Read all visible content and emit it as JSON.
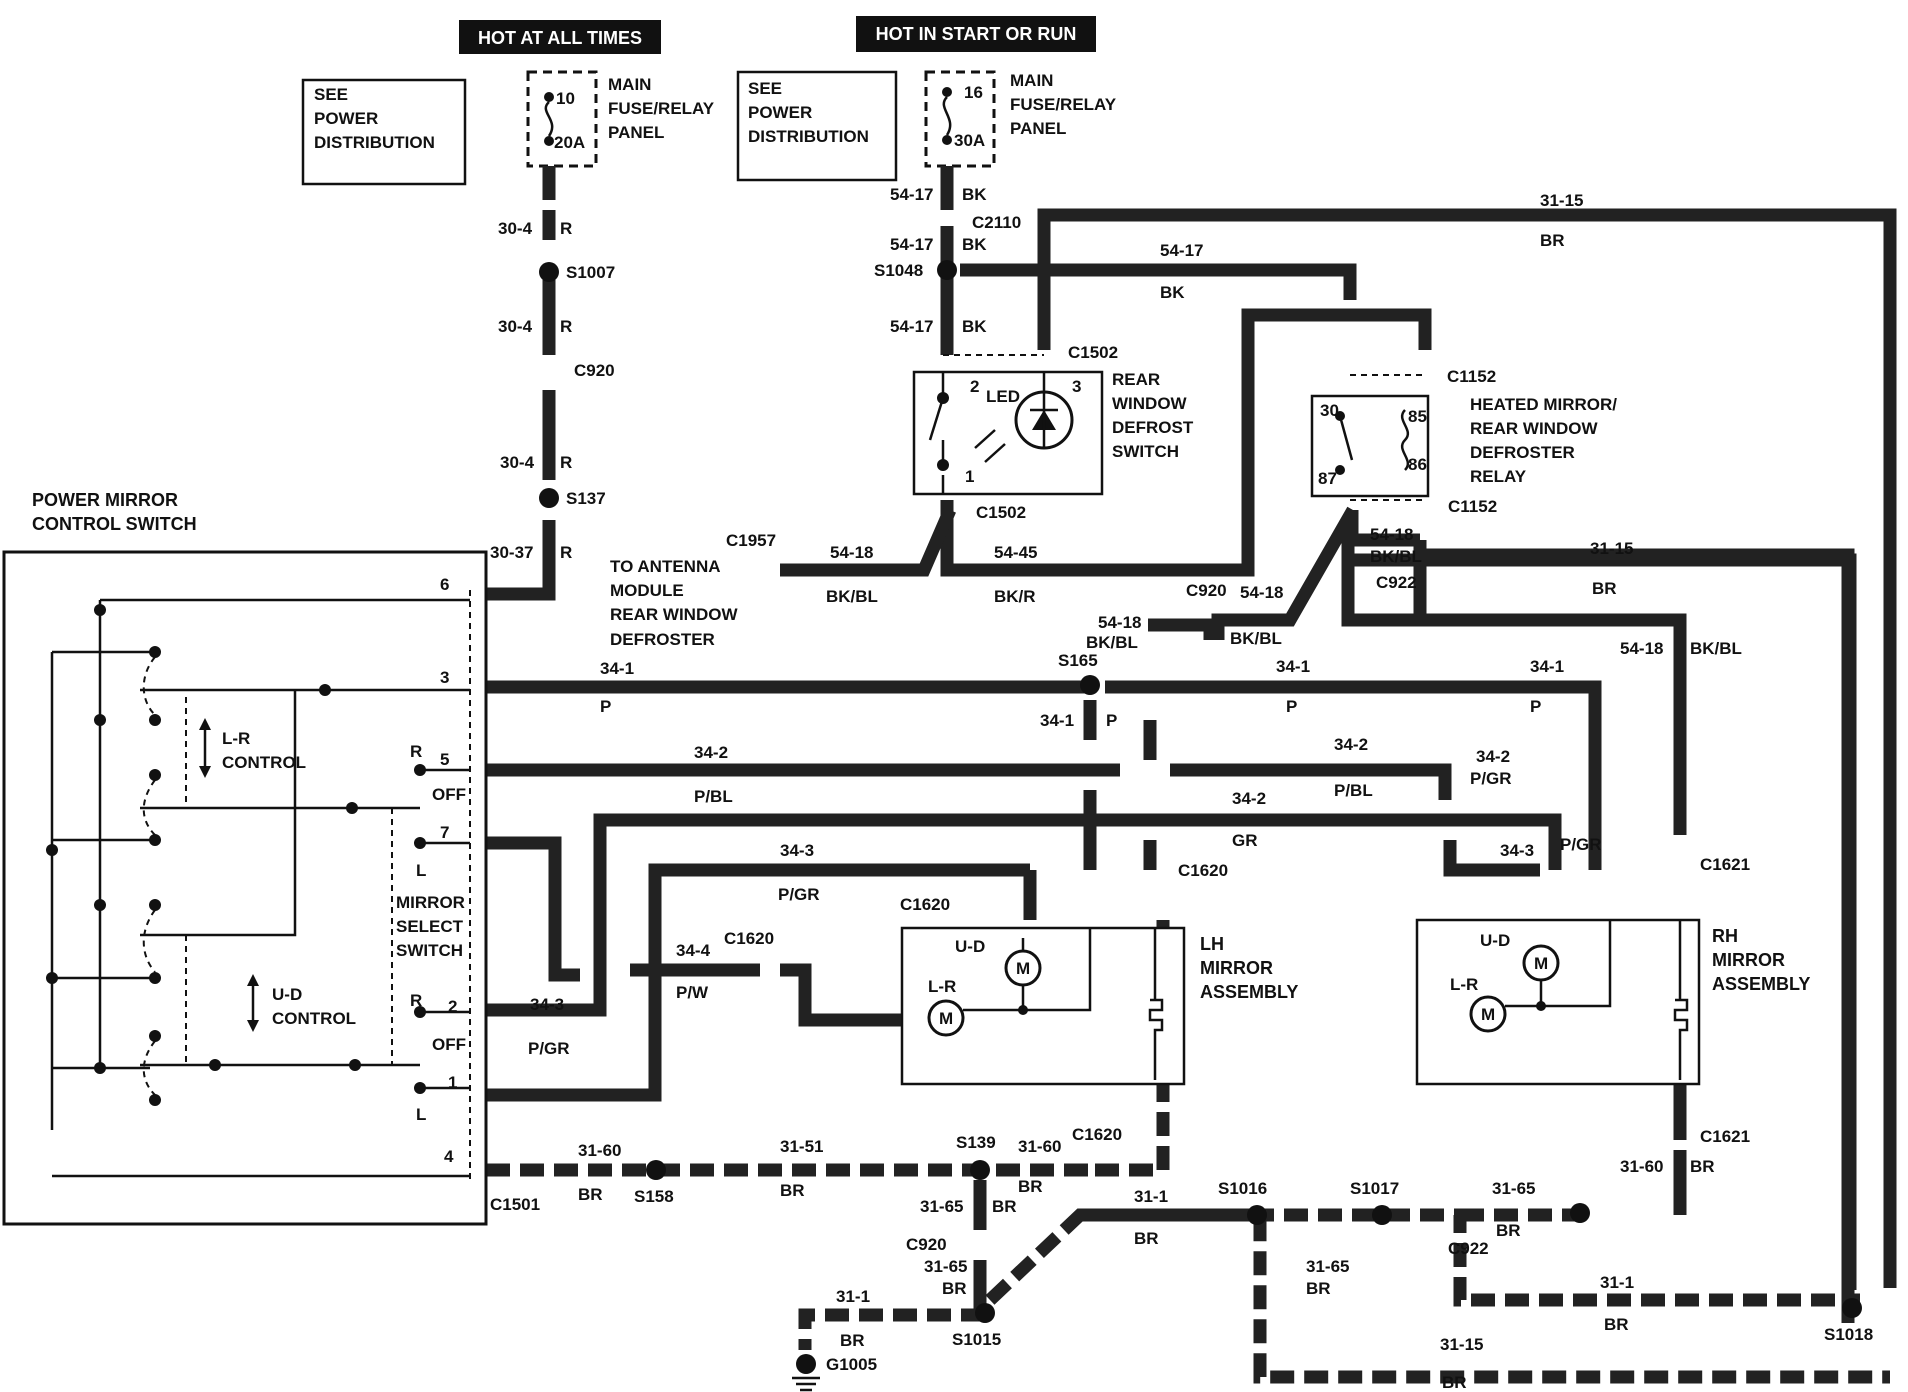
{
  "headers": {
    "hot_all_times": "HOT AT ALL TIMES",
    "hot_start_run": "HOT IN START OR RUN"
  },
  "notes": {
    "see_power_1": [
      "SEE",
      "POWER",
      "DISTRIBUTION"
    ],
    "see_power_2": [
      "SEE",
      "POWER",
      "DISTRIBUTION"
    ]
  },
  "fuses": {
    "fuse_left": {
      "pin": "10",
      "rating": "20A",
      "label": [
        "MAIN",
        "FUSE/RELAY",
        "PANEL"
      ]
    },
    "fuse_right": {
      "pin": "16",
      "rating": "30A",
      "label": [
        "MAIN",
        "FUSE/RELAY",
        "PANEL"
      ]
    }
  },
  "components": {
    "power_mirror_switch": [
      "POWER MIRROR",
      "CONTROL SWITCH"
    ],
    "rear_defrost_switch": [
      "REAR",
      "WINDOW",
      "DEFROST",
      "SWITCH"
    ],
    "heated_mirror_relay": [
      "HEATED MIRROR/",
      "REAR WINDOW",
      "DEFROSTER",
      "RELAY"
    ],
    "antenna_module": [
      "TO ANTENNA",
      "MODULE",
      "REAR WINDOW",
      "DEFROSTER"
    ],
    "lh_mirror": [
      "LH",
      "MIRROR",
      "ASSEMBLY"
    ],
    "rh_mirror": [
      "RH",
      "MIRROR",
      "ASSEMBLY"
    ],
    "lr_control": [
      "L-R",
      "CONTROL"
    ],
    "ud_control": [
      "U-D",
      "CONTROL"
    ],
    "mirror_select": [
      "MIRROR",
      "SELECT",
      "SWITCH"
    ],
    "led": "LED",
    "motor_ud": "U-D",
    "motor_lr": "L-R",
    "motor": "M"
  },
  "switch_pins": {
    "p6": "6",
    "p3": "3",
    "p5": "5",
    "p7": "7",
    "p2": "2",
    "p1": "1",
    "p4": "4",
    "r_top": "R",
    "off_top": "OFF",
    "l_top": "L",
    "r_bot": "R",
    "off_bot": "OFF",
    "l_bot": "L"
  },
  "defrost_pins": {
    "p2": "2",
    "p3": "3",
    "p1": "1"
  },
  "relay_pins": {
    "p30": "30",
    "p85": "85",
    "p86": "86",
    "p87": "87"
  },
  "connectors": {
    "c920a": "C920",
    "c2110": "C2110",
    "c1502a": "C1502",
    "c1502b": "C1502",
    "c1152a": "C1152",
    "c1152b": "C1152",
    "c1957": "C1957",
    "c920b": "C920",
    "c922a": "C922",
    "c1620a": "C1620",
    "c1620b": "C1620",
    "c1620c": "C1620",
    "c1620d": "C1620",
    "c1621a": "C1621",
    "c1621b": "C1621",
    "c1501": "C1501",
    "c920c": "C920",
    "c922b": "C922"
  },
  "splices": {
    "s1007": "S1007",
    "s137": "S137",
    "s1048": "S1048",
    "s165": "S165",
    "s139": "S139",
    "s158": "S158",
    "s1016": "S1016",
    "s1017": "S1017",
    "s1015": "S1015",
    "s1018": "S1018",
    "g1005": "G1005"
  },
  "wires": {
    "w30_4a": "30-4",
    "r1": "R",
    "w30_4b": "30-4",
    "r2": "R",
    "w30_4c": "30-4",
    "r3": "R",
    "w30_37": "30-37",
    "r4": "R",
    "w54_17a": "54-17",
    "bk1": "BK",
    "w54_17b": "54-17",
    "bk2": "BK",
    "w54_17c": "54-17",
    "bk3": "BK",
    "w54_17d": "54-17",
    "bk4": "BK",
    "w31_15a": "31-15",
    "br1": "BR",
    "w31_15b": "31-15",
    "br2": "BR",
    "w54_18a": "54-18",
    "bkbl1": "BK/BL",
    "w54_45": "54-45",
    "bkr": "BK/R",
    "w54_18b": "54-18",
    "bkbl2": "BK/BL",
    "w54_18c": "54-18",
    "bkbl3": "BK/BL",
    "w54_18d": "54-18",
    "bkbl4": "BK/BL",
    "w54_18e": "54-18",
    "bkbl5": "BK/BL",
    "w34_1a": "34-1",
    "p1": "P",
    "w34_1b": "34-1",
    "p2": "P",
    "w34_1c": "34-1",
    "p3": "P",
    "w34_1d": "34-1",
    "p4": "P",
    "w34_2a": "34-2",
    "pbl1": "P/BL",
    "w34_2b": "34-2",
    "pbl2": "P/BL",
    "w34_2c": "34-2",
    "pgr1": "P/GR",
    "w34_2d": "34-2",
    "gr": "GR",
    "w34_3a": "34-3",
    "pgr2": "P/GR",
    "w34_3b": "34-3",
    "pgr3": "P/GR",
    "w34_3c": "34-3",
    "pgr4": "P/GR",
    "w34_4": "34-4",
    "pw": "P/W",
    "w31_60a": "31-60",
    "br3": "BR",
    "w31_51": "31-51",
    "br4": "BR",
    "w31_60b": "31-60",
    "br5": "BR",
    "w31_60c": "31-60",
    "br6": "BR",
    "w31_65a": "31-65",
    "br7": "BR",
    "w31_65b": "31-65",
    "br8": "BR",
    "w31_65c": "31-65",
    "br9": "BR",
    "w31_65d": "31-65",
    "br10": "BR",
    "w31_1a": "31-1",
    "br11": "BR",
    "w31_1b": "31-1",
    "br12": "BR",
    "w31_1c": "31-1",
    "br13": "BR",
    "w31_15c": "31-15",
    "br14": "BR"
  }
}
